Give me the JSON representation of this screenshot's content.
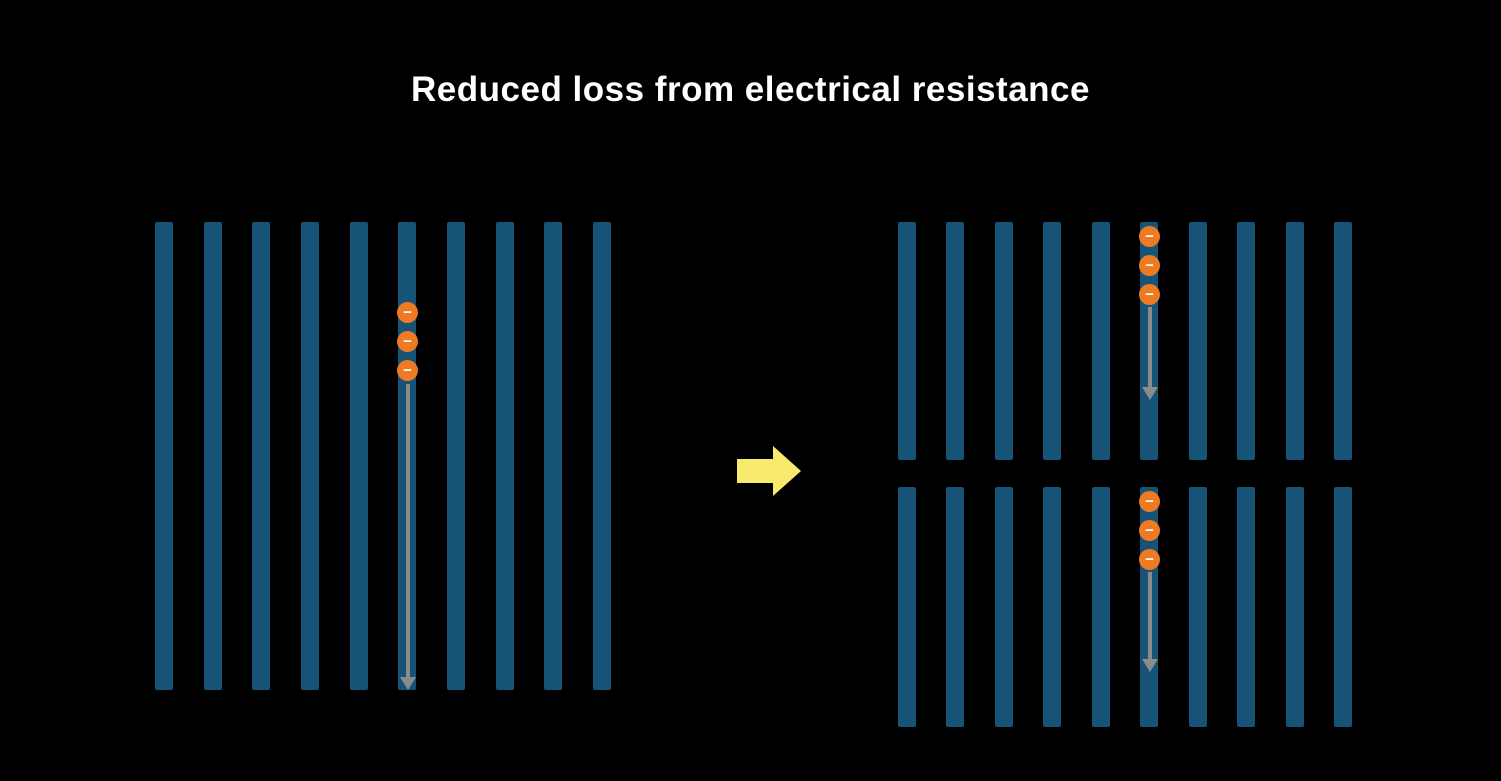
{
  "title": "Reduced loss from electrical resistance",
  "electron_symbol": "−",
  "colors": {
    "background": "#000000",
    "bar": "#175377",
    "electron": "#EE7A23",
    "electron_symbol": "#FFFFFF",
    "flow_arrow": "#8B8B8B",
    "transition_arrow": "#F7EA6C",
    "title": "#FFFFFF"
  },
  "left_panel": {
    "bar_count": 10,
    "electron_count": 3
  },
  "right_panel": {
    "top_half": {
      "bar_count": 10,
      "electron_count": 3
    },
    "bottom_half": {
      "bar_count": 10,
      "electron_count": 3
    }
  }
}
